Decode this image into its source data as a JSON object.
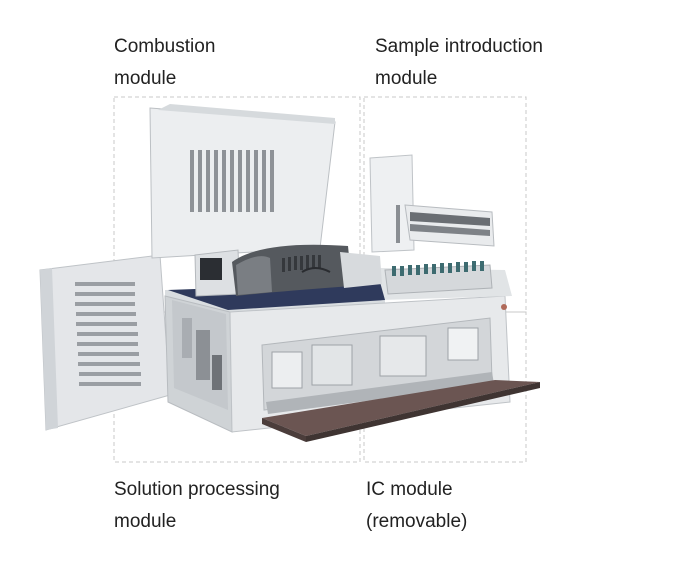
{
  "labels": {
    "combustion": {
      "line1": "Combustion",
      "line2": "module"
    },
    "sample": {
      "line1": "Sample introduction",
      "line2": "module"
    },
    "solution": {
      "line1": "Solution processing",
      "line2": "module"
    },
    "ic": {
      "line1": "IC module",
      "line2": "(removable)"
    }
  },
  "colors": {
    "text": "#222222",
    "dashed_line": "#c8c8c8",
    "body": "#e6e8ea",
    "body_shadow": "#cdd1d4",
    "dark_gray": "#5a5d61",
    "navy_accent": "#2f3a5c",
    "tray_brown": "#6b5552"
  }
}
